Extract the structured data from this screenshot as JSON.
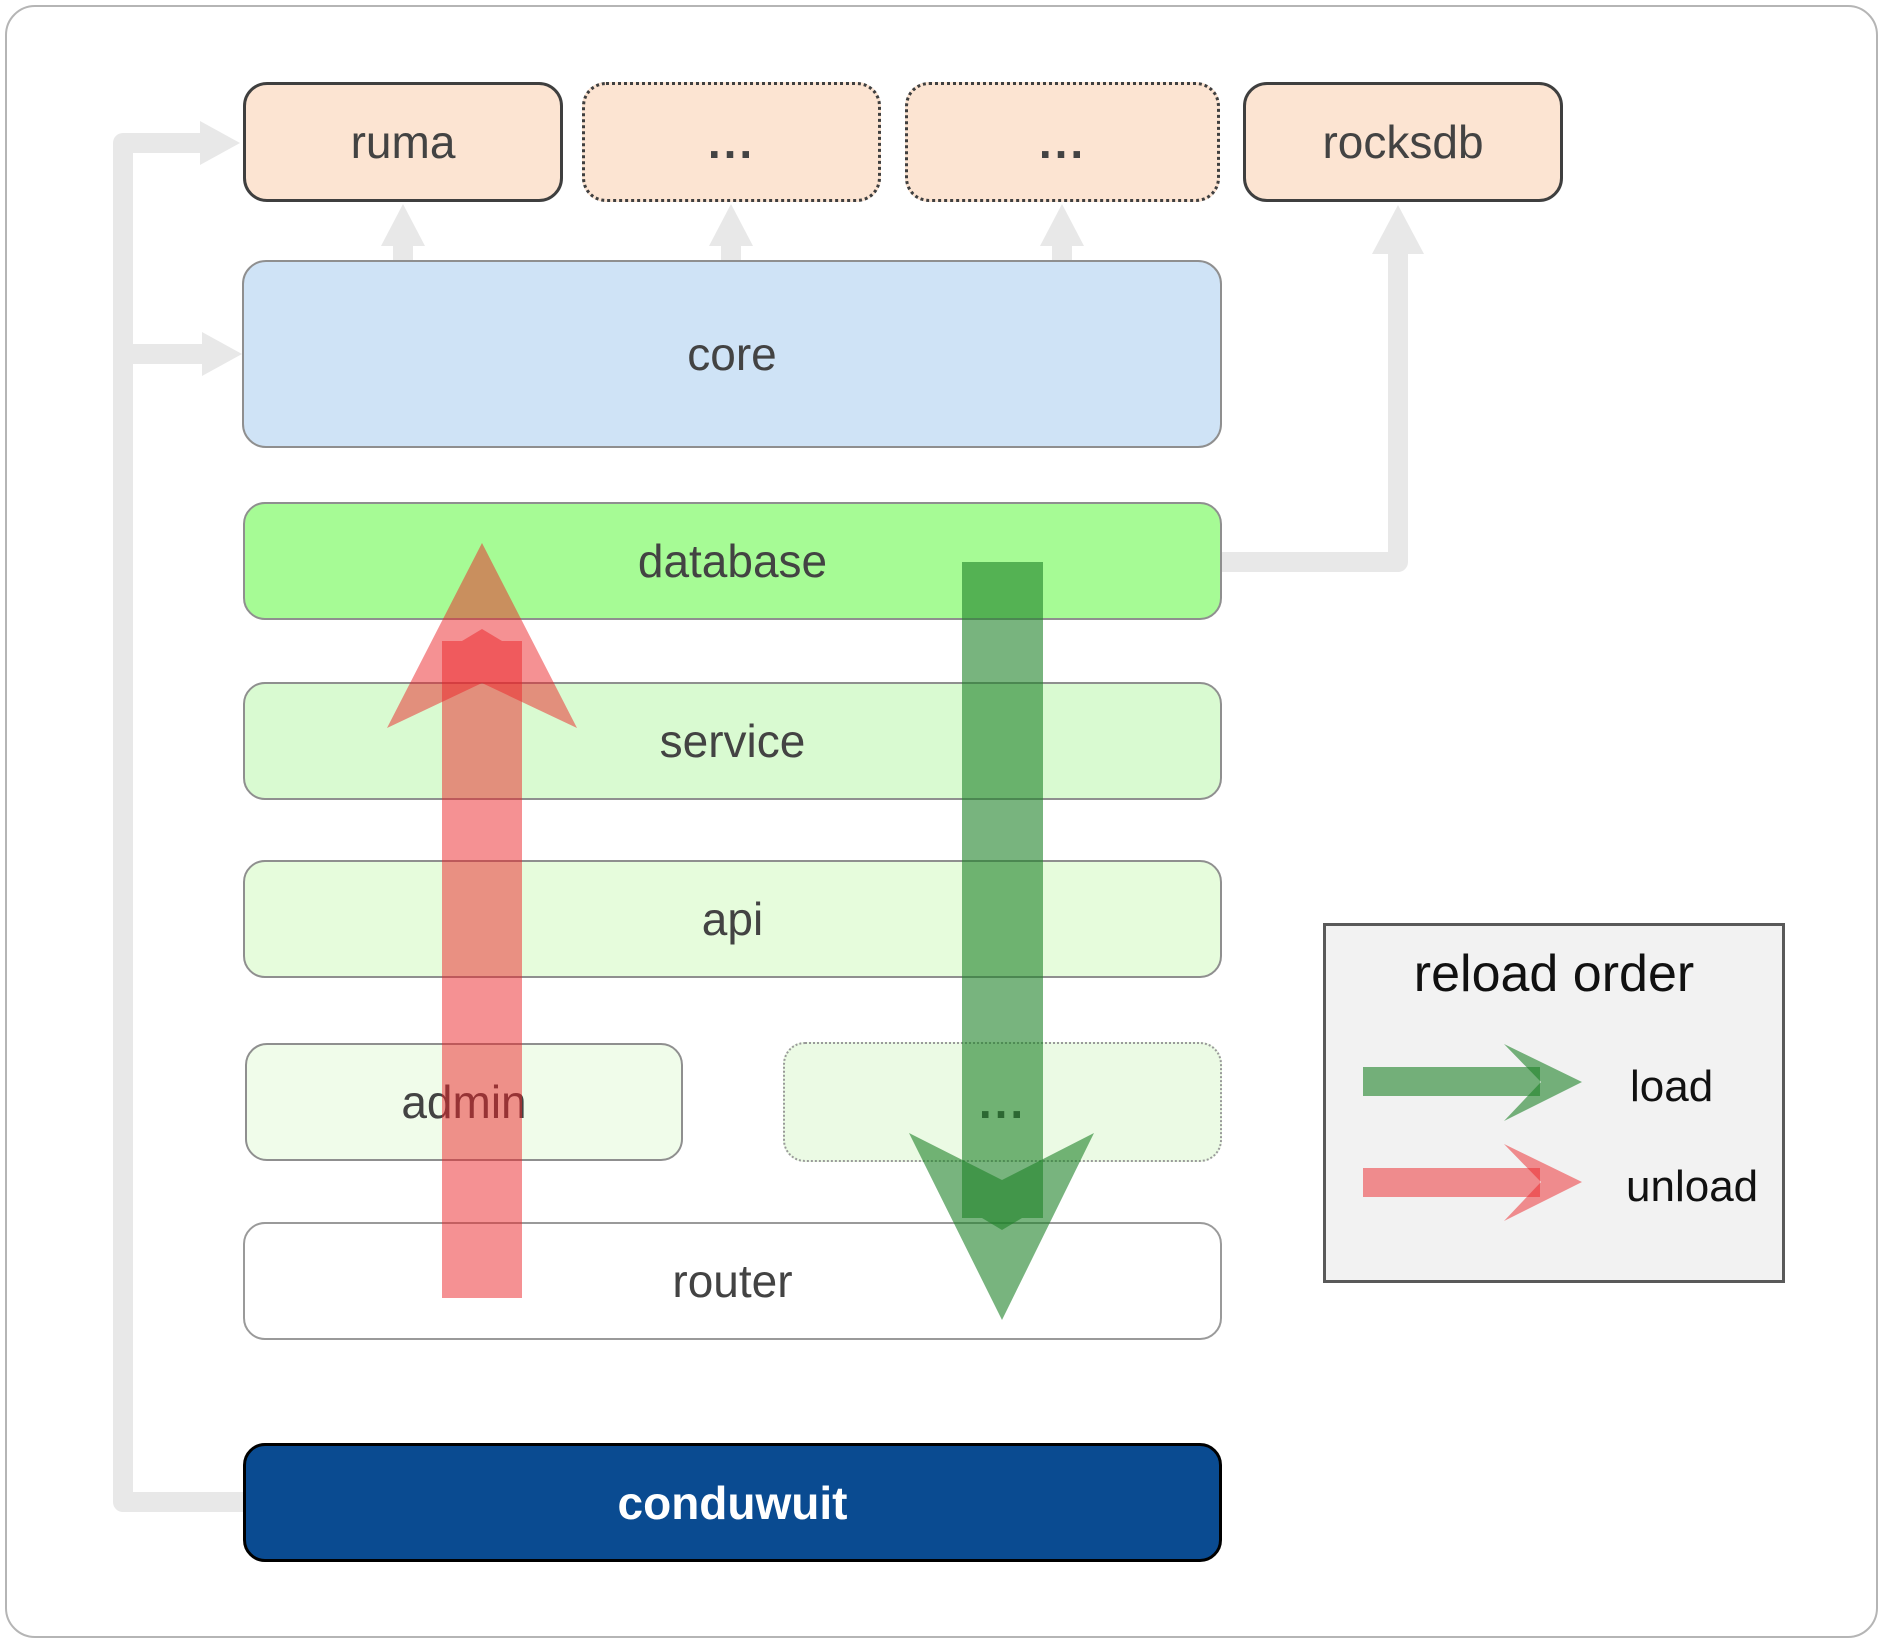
{
  "boxes": {
    "ruma": "ruma",
    "ext1": "...",
    "ext2": "...",
    "rocksdb": "rocksdb",
    "core": "core",
    "database": "database",
    "service": "service",
    "api": "api",
    "admin": "admin",
    "admin_more": "...",
    "router": "router",
    "conduwuit": "conduwuit"
  },
  "legend": {
    "title": "reload order",
    "load_label": "load",
    "unload_label": "unload"
  },
  "colors": {
    "peach_fill": "#fce4d2",
    "peach_border": "#3f3f3f",
    "core_fill": "#cfe3f6",
    "database_fill": "#a6fb95",
    "service_fill": "#d9fad1",
    "api_fill": "#e6fcdc",
    "admin_fill": "#f0fcea",
    "admin_more_fill": "#ebfae4",
    "router_fill": "#ffffff",
    "box_border": "#8f8f8f",
    "conduwuit_fill": "#0a4b91",
    "conduwuit_text": "#ffffff",
    "label_text": "#434343",
    "connector": "#e8e8e8",
    "legend_bg": "#f2f2f2",
    "legend_border": "#595959",
    "load_color": "rgba(30,130,40,0.6)",
    "unload_color": "rgba(235,35,40,0.5)"
  }
}
